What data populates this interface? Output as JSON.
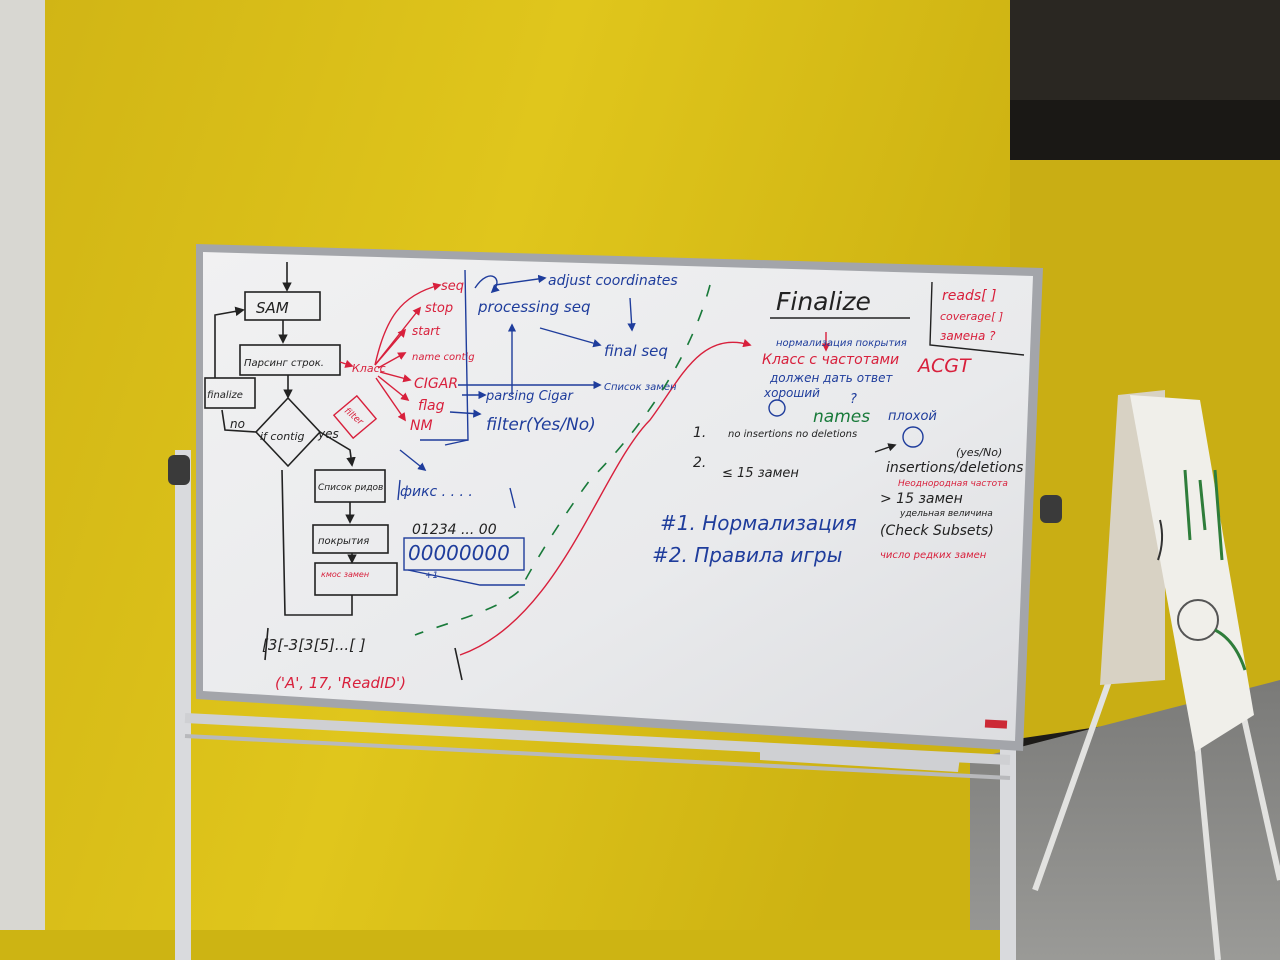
{
  "colors": {
    "wall_yellow": "#dcc21a",
    "wall_shadow": "#b79f10",
    "board_white": "#ececee",
    "frame_gray": "#9c9ea3",
    "ink_black": "#222222",
    "ink_red": "#d8203c",
    "ink_blue": "#1f3d9c",
    "ink_green": "#197a3a",
    "floor_gray": "#5a5a5a"
  },
  "flowchart": {
    "sam": "SAM",
    "parse": "Парсинг строк.",
    "finalize": "finalize",
    "no": "no",
    "if_contig": "if contig",
    "yes": "yes",
    "reads_list": "Список ридов",
    "coverage": "покрытия",
    "replace": "кмос замен",
    "klass": "Класс",
    "fields": [
      "seq",
      "stop",
      "start",
      "name contig",
      "CIGAR",
      "flag",
      "NM"
    ],
    "filter_note": "filter"
  },
  "blue_notes": {
    "processing_seq": "processing seq",
    "adjust": "adjust coordinates",
    "final_seq": "final seq",
    "parsing_cigar": "parsing Cigar",
    "list_replace": "Список замен",
    "filter": "filter(Yes/No)",
    "fix": "фикс . . . .",
    "digits": "01234 ... 00",
    "zeros": "00000000",
    "plus": "+1",
    "norm": "#1. Нормализация",
    "rules": "#2. Правила игры"
  },
  "bottom": {
    "array": "[3[-3[3[5]...[ ]",
    "tuple": "('A', 17, 'ReadID')"
  },
  "finalize_panel": {
    "title": "Finalize",
    "reads": "reads[ ]",
    "coverage": "coverage[ ]",
    "replace": "замена ?",
    "norm_cov": "нормализация покрытия",
    "klass_freq": "Класс с частотами",
    "acgt": "ACGT",
    "must_answer": "должен дать ответ",
    "good": "хороший",
    "question": "?",
    "names": "names",
    "bad": "плохой",
    "item1_num": "1.",
    "item1": "no insertions no deletions",
    "item2_num": "2.",
    "item2": "≤ 15 замен",
    "yesno": "(yes/No)",
    "ins_del": "insertions/deletions",
    "nonuniform": "Неоднородная частота",
    "gt15": "> 15 замен",
    "specific": "удельная величина",
    "check": "(Check Subsets)",
    "rare": "число редких замен"
  },
  "tags": {
    "subject": "whiteboard-on-stand",
    "secondary": "flipchart-on-easel",
    "setting": "yellow-wall-room"
  }
}
